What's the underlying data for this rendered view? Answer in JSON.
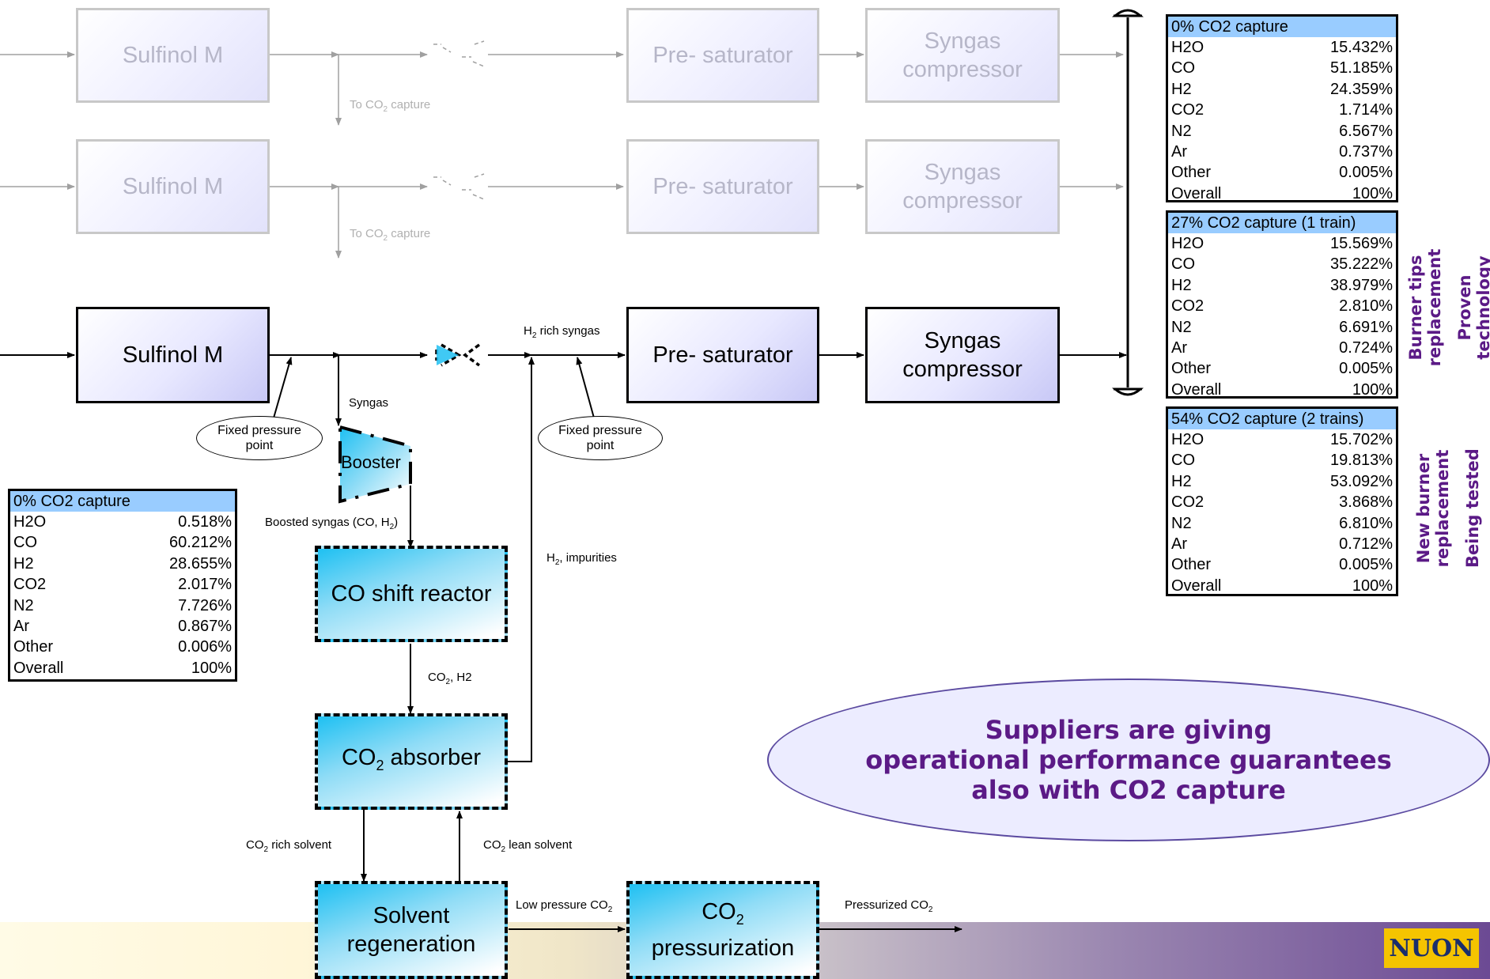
{
  "trains": {
    "train1": {
      "sulfinol": "Sulfinol M",
      "presat": "Pre- saturator",
      "compressor": [
        "Syngas",
        "compressor"
      ],
      "to_capture_pre": "To CO",
      "to_capture_sub": "2",
      "to_capture_post": " capture"
    },
    "train2": {
      "sulfinol": "Sulfinol M",
      "presat": "Pre- saturator",
      "compressor": [
        "Syngas",
        "compressor"
      ],
      "to_capture_pre": "To CO",
      "to_capture_sub": "2",
      "to_capture_post": " capture"
    },
    "train3": {
      "sulfinol": "Sulfinol M",
      "presat": "Pre- saturator",
      "compressor": [
        "Syngas",
        "compressor"
      ]
    }
  },
  "labels": {
    "h2_rich_pre": "H",
    "h2_rich_sub": "2",
    "h2_rich_post": " rich syngas",
    "fixed_point_left": [
      "Fixed pressure",
      "point"
    ],
    "fixed_point_right": [
      "Fixed pressure",
      "point"
    ],
    "syngas": "Syngas",
    "booster": "Booster",
    "boosted_pre": "Boosted syngas (CO, H",
    "boosted_sub": "2",
    "boosted_post": ")",
    "h2_imp_pre": "H",
    "h2_imp_sub": "2",
    "h2_imp_post": ", impurities",
    "co2h2_pre": "CO",
    "co2h2_sub": "2",
    "co2h2_post": ", H2",
    "rich_solvent_pre": "CO",
    "rich_solvent_sub": "2",
    "rich_solvent_post": " rich solvent",
    "lean_solvent_pre": "CO",
    "lean_solvent_sub": "2",
    "lean_solvent_post": " lean solvent",
    "low_pressure_pre": "Low pressure CO",
    "low_pressure_sub": "2",
    "pressurized_pre": "Pressurized CO",
    "pressurized_sub": "2"
  },
  "units": {
    "co_shift": "CO shift reactor",
    "absorber_pre": "CO",
    "absorber_sub": "2",
    "absorber_post": " absorber",
    "regeneration": [
      "Solvent",
      "regeneration"
    ],
    "pressurization_pre": "CO",
    "pressurization_sub": "2",
    "pressurization_post": "pressurization"
  },
  "tables": {
    "left": {
      "title": "0% CO2 capture",
      "rows": [
        [
          "H2O",
          "0.518%"
        ],
        [
          "CO",
          "60.212%"
        ],
        [
          "H2",
          "28.655%"
        ],
        [
          "CO2",
          "2.017%"
        ],
        [
          "N2",
          "7.726%"
        ],
        [
          "Ar",
          "0.867%"
        ],
        [
          "Other",
          "0.006%"
        ],
        [
          "Overall",
          "100%"
        ]
      ]
    },
    "right1": {
      "title": "0% CO2 capture",
      "rows": [
        [
          "H2O",
          "15.432%"
        ],
        [
          "CO",
          "51.185%"
        ],
        [
          "H2",
          "24.359%"
        ],
        [
          "CO2",
          "1.714%"
        ],
        [
          "N2",
          "6.567%"
        ],
        [
          "Ar",
          "0.737%"
        ],
        [
          "Other",
          "0.005%"
        ],
        [
          "Overall",
          "100%"
        ]
      ]
    },
    "right2": {
      "title": "27% CO2 capture (1 train)",
      "rows": [
        [
          "H2O",
          "15.569%"
        ],
        [
          "CO",
          "35.222%"
        ],
        [
          "H2",
          "38.979%"
        ],
        [
          "CO2",
          "2.810%"
        ],
        [
          "N2",
          "6.691%"
        ],
        [
          "Ar",
          "0.724%"
        ],
        [
          "Other",
          "0.005%"
        ],
        [
          "Overall",
          "100%"
        ]
      ]
    },
    "right3": {
      "title": "54% CO2 capture (2 trains)",
      "rows": [
        [
          "H2O",
          "15.702%"
        ],
        [
          "CO",
          "19.813%"
        ],
        [
          "H2",
          "53.092%"
        ],
        [
          "CO2",
          "3.868%"
        ],
        [
          "N2",
          "6.810%"
        ],
        [
          "Ar",
          "0.712%"
        ],
        [
          "Other",
          "0.005%"
        ],
        [
          "Overall",
          "100%"
        ]
      ]
    }
  },
  "side_notes": {
    "burner_tips": [
      "Burner tips",
      "replacement"
    ],
    "proven": [
      "Proven",
      "technology"
    ],
    "new_burner": [
      "New burner",
      "replacement"
    ],
    "being_tested": "Being tested"
  },
  "callout": [
    "Suppliers are giving",
    "operational performance guarantees",
    "also with CO2 capture"
  ],
  "logo": "NUON",
  "colors": {
    "accent_purple": "#5b1a86",
    "table_header": "#99ccff",
    "unit_cyan": "#1ec0f2"
  }
}
